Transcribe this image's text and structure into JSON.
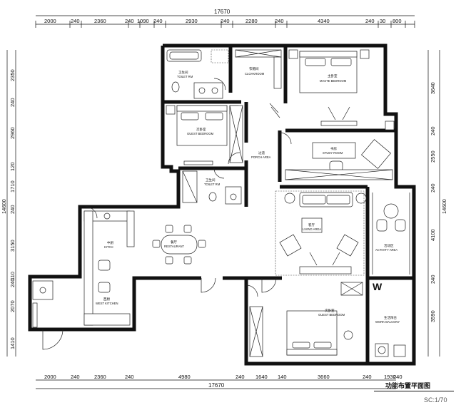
{
  "drawing": {
    "title": "功能布置平面图",
    "scale": "SC:1/70",
    "total_width": "17670",
    "total_height_left": "14600",
    "total_height_right": "14600"
  },
  "top_dims": [
    "2000",
    "240",
    "2360",
    "240",
    "1090",
    "240",
    "2930",
    "240",
    "2280",
    "240",
    "4340",
    "240",
    "30",
    "800"
  ],
  "bottom_dims": [
    "2000",
    "240",
    "2360",
    "240",
    "4980",
    "240",
    "1640",
    "140",
    "3660",
    "240",
    "1930",
    "240"
  ],
  "left_dims": [
    "2350",
    "240",
    "2960",
    "120",
    "1710",
    "240",
    "3150",
    "110",
    "240",
    "2070",
    "1410"
  ],
  "right_dims": [
    "3640",
    "240",
    "2550",
    "240",
    "4100",
    "240",
    "3590"
  ],
  "rooms": [
    {
      "cn": "卫生间",
      "en": "TOILET RM"
    },
    {
      "cn": "衣帽间",
      "en": "CLOAKROOM"
    },
    {
      "cn": "主卧室",
      "en": "MASTE BEDROOM"
    },
    {
      "cn": "次卧室",
      "en": "GUEST BEDROOM"
    },
    {
      "cn": "过道",
      "en": "PORCH AREA"
    },
    {
      "cn": "书房",
      "en": "STUDY ROOM"
    },
    {
      "cn": "卫生间",
      "en": "TOILET RM"
    },
    {
      "cn": "中厨",
      "en": "KITCH"
    },
    {
      "cn": "餐厅",
      "en": "RESTAURANT"
    },
    {
      "cn": "客厅",
      "en": "LIVING AREA"
    },
    {
      "cn": "活动区",
      "en": "ACTIVITY AREA"
    },
    {
      "cn": "西厨",
      "en": "WEST KITCHEN"
    },
    {
      "cn": "次卧室",
      "en": "GUEST BEDROOM"
    },
    {
      "cn": "生活阳台",
      "en": "WORK BALCONY"
    }
  ],
  "marks": {
    "w": "W"
  }
}
